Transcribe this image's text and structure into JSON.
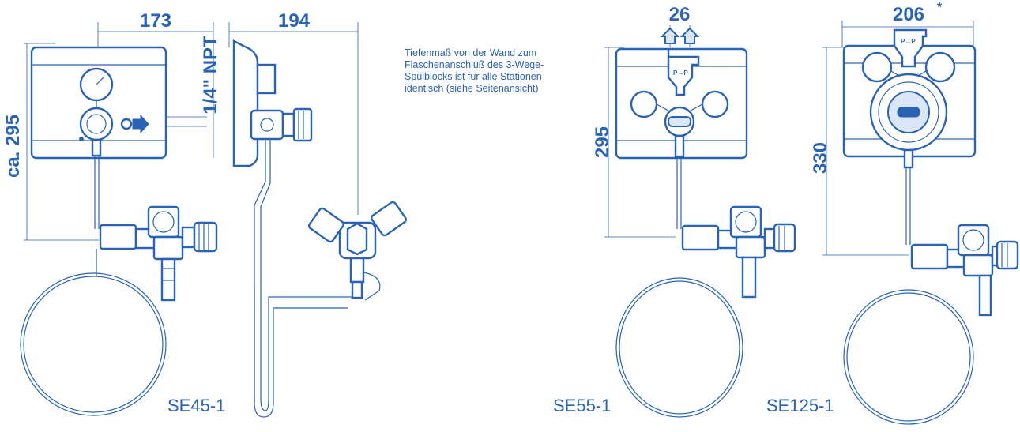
{
  "views": [
    {
      "id": "se45",
      "model_label": "SE45-1",
      "dim_width": "173",
      "dim_height": "ca. 295",
      "dim_port": "1/4\" NPT"
    },
    {
      "id": "side",
      "dim_depth": "194"
    },
    {
      "id": "se55",
      "model_label": "SE55-1",
      "dim_width": "26",
      "dim_height": "295"
    },
    {
      "id": "se125",
      "model_label": "SE125-1",
      "dim_width": "206",
      "dim_width_mark": "*",
      "dim_height": "330"
    }
  ],
  "note_lines": [
    "Tiefenmaß von der Wand zum",
    "Flaschenanschluß des 3-Wege-",
    "Spülblocks ist für alle Stationen",
    "identisch (siehe Seitenansicht)"
  ],
  "regulator_symbol": "P→P",
  "colors": {
    "line": "#2a62b4",
    "background": "#ffffff"
  }
}
